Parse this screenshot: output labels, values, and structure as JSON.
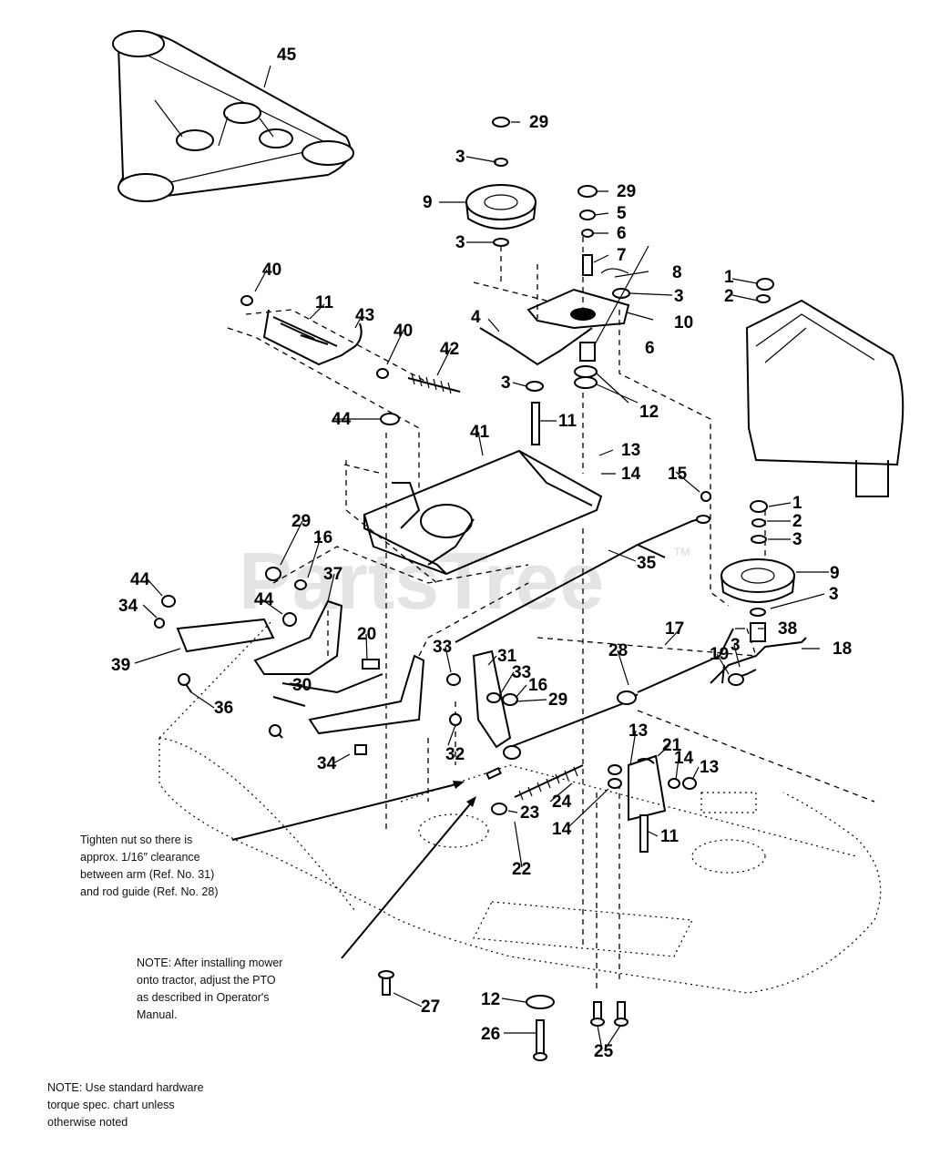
{
  "watermark": {
    "text": "PartsTree",
    "tm": "TM"
  },
  "callouts": [
    {
      "id": "c45",
      "text": "45"
    },
    {
      "id": "c29a",
      "text": "29"
    },
    {
      "id": "c3a",
      "text": "3"
    },
    {
      "id": "c9a",
      "text": "9"
    },
    {
      "id": "c29b",
      "text": "29"
    },
    {
      "id": "c5",
      "text": "5"
    },
    {
      "id": "c6a",
      "text": "6"
    },
    {
      "id": "c3b",
      "text": "3"
    },
    {
      "id": "c7",
      "text": "7"
    },
    {
      "id": "c8",
      "text": "8"
    },
    {
      "id": "c3c",
      "text": "3"
    },
    {
      "id": "c1a",
      "text": "1"
    },
    {
      "id": "c2a",
      "text": "2"
    },
    {
      "id": "c40a",
      "text": "40"
    },
    {
      "id": "c11a",
      "text": "11"
    },
    {
      "id": "c43",
      "text": "43"
    },
    {
      "id": "c4",
      "text": "4"
    },
    {
      "id": "c10",
      "text": "10"
    },
    {
      "id": "c40b",
      "text": "40"
    },
    {
      "id": "c42",
      "text": "42"
    },
    {
      "id": "c6b",
      "text": "6"
    },
    {
      "id": "c3d",
      "text": "3"
    },
    {
      "id": "c12a",
      "text": "12"
    },
    {
      "id": "c11b",
      "text": "11"
    },
    {
      "id": "c44a",
      "text": "44"
    },
    {
      "id": "c41",
      "text": "41"
    },
    {
      "id": "c13a",
      "text": "13"
    },
    {
      "id": "c14a",
      "text": "14"
    },
    {
      "id": "c15",
      "text": "15"
    },
    {
      "id": "c1b",
      "text": "1"
    },
    {
      "id": "c2b",
      "text": "2"
    },
    {
      "id": "c3e",
      "text": "3"
    },
    {
      "id": "c29c",
      "text": "29"
    },
    {
      "id": "c16a",
      "text": "16"
    },
    {
      "id": "c35",
      "text": "35"
    },
    {
      "id": "c9b",
      "text": "9"
    },
    {
      "id": "c44b",
      "text": "44"
    },
    {
      "id": "c37",
      "text": "37"
    },
    {
      "id": "c3f",
      "text": "3"
    },
    {
      "id": "c34a",
      "text": "34"
    },
    {
      "id": "c44c",
      "text": "44"
    },
    {
      "id": "c38",
      "text": "38"
    },
    {
      "id": "c18",
      "text": "18"
    },
    {
      "id": "c17",
      "text": "17"
    },
    {
      "id": "c39",
      "text": "39"
    },
    {
      "id": "c20",
      "text": "20"
    },
    {
      "id": "c33a",
      "text": "33"
    },
    {
      "id": "c31",
      "text": "31"
    },
    {
      "id": "c28",
      "text": "28"
    },
    {
      "id": "c19",
      "text": "19"
    },
    {
      "id": "c3g",
      "text": "3"
    },
    {
      "id": "c33b",
      "text": "33"
    },
    {
      "id": "c16b",
      "text": "16"
    },
    {
      "id": "c36",
      "text": "36"
    },
    {
      "id": "c30",
      "text": "30"
    },
    {
      "id": "c29d",
      "text": "29"
    },
    {
      "id": "c13b",
      "text": "13"
    },
    {
      "id": "c21",
      "text": "21"
    },
    {
      "id": "c14b",
      "text": "14"
    },
    {
      "id": "c13c",
      "text": "13"
    },
    {
      "id": "c32",
      "text": "32"
    },
    {
      "id": "c34b",
      "text": "34"
    },
    {
      "id": "c24",
      "text": "24"
    },
    {
      "id": "c23",
      "text": "23"
    },
    {
      "id": "c14c",
      "text": "14"
    },
    {
      "id": "c11c",
      "text": "11"
    },
    {
      "id": "c22",
      "text": "22"
    },
    {
      "id": "c27",
      "text": "27"
    },
    {
      "id": "c12b",
      "text": "12"
    },
    {
      "id": "c26",
      "text": "26"
    },
    {
      "id": "c25",
      "text": "25"
    }
  ],
  "notes": {
    "tighten": [
      "Tighten nut so there is",
      "approx. 1/16″ clearance",
      "between arm (Ref. No. 31)",
      "and rod guide (Ref. No. 28)"
    ],
    "pto": [
      "NOTE: After installing mower",
      "onto tractor, adjust the PTO",
      "as described in Operator's",
      "Manual."
    ],
    "hardware": [
      "NOTE: Use standard hardware",
      "torque spec. chart unless",
      "otherwise noted"
    ]
  }
}
